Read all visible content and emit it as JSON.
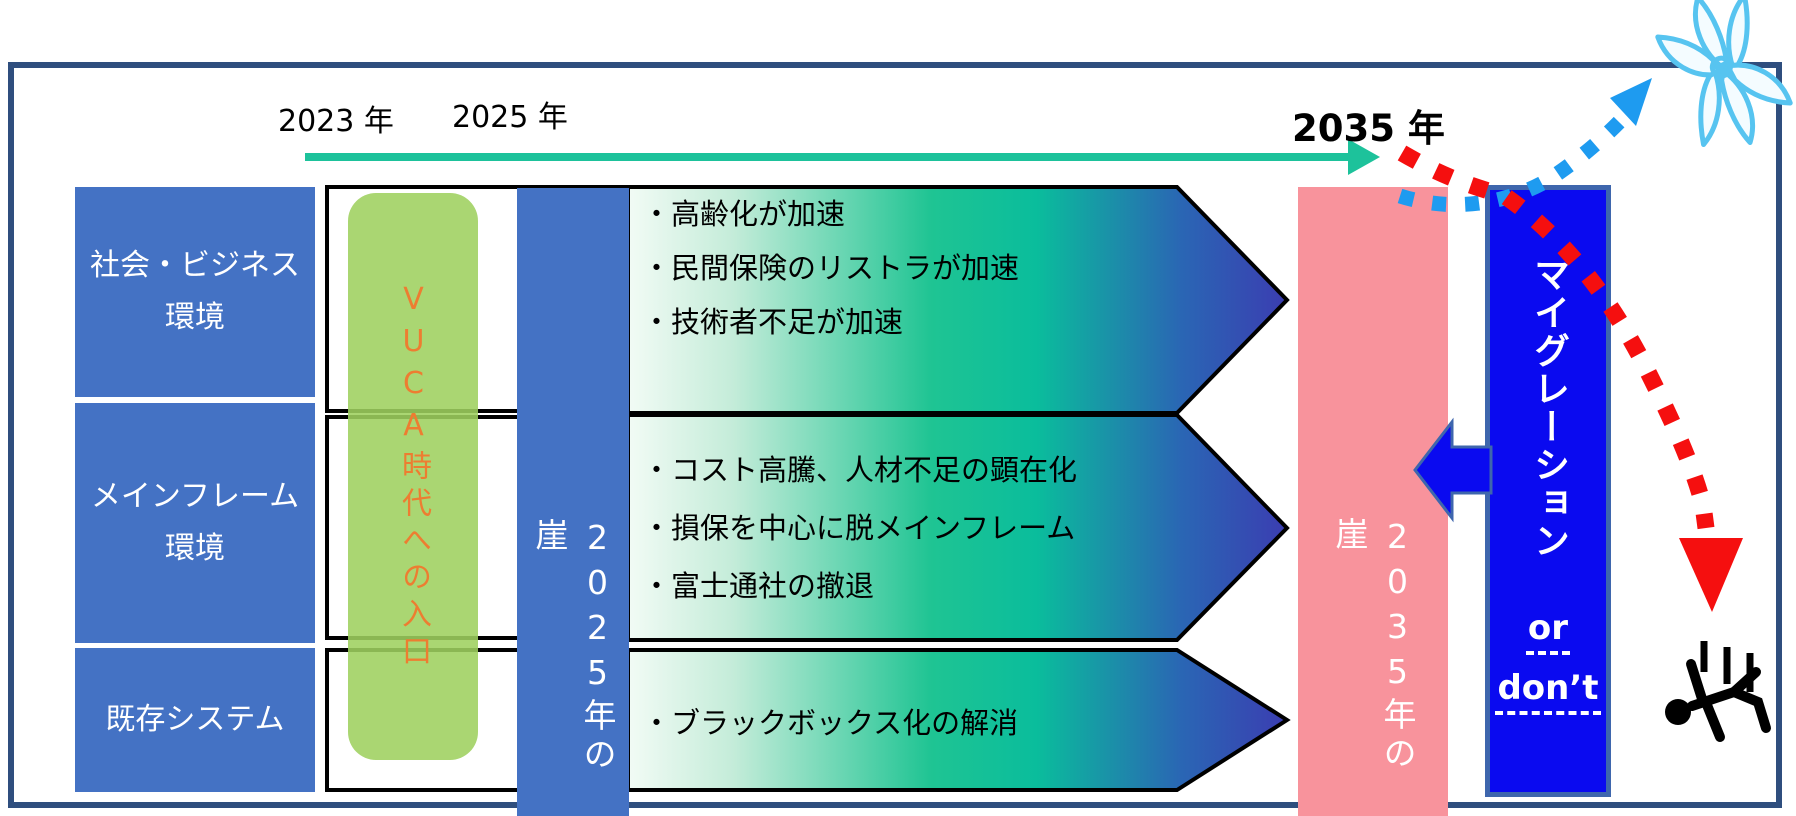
{
  "timeline": {
    "y2023": "2023 年",
    "y2025": "2025 年",
    "y2035": "2035 年"
  },
  "rows": [
    {
      "label": "社会・ビジネス\n環境"
    },
    {
      "label": "メインフレーム\n環境"
    },
    {
      "label": "既存システム"
    }
  ],
  "vuca": {
    "label": "VUCA時代への入口"
  },
  "cliff2025": {
    "label": "2025年の崖"
  },
  "cliff2035": {
    "label": "2035年の崖"
  },
  "arrows": [
    {
      "items": [
        "・高齢化が加速",
        "・民間保険のリストラが加速",
        "・技術者不足が加速"
      ]
    },
    {
      "items": [
        "・コスト高騰、人材不足の顕在化",
        "・損保を中心に脱メインフレーム",
        "・富士通社の撤退"
      ]
    },
    {
      "items": [
        "・ブラックボックス化の解消"
      ]
    }
  ],
  "migration": {
    "label": "マイグレーション",
    "or_label": "or",
    "dont_label": "don’t"
  },
  "icons": {
    "wings": "angel-wings-icon",
    "falling_person": "falling-person-icon"
  },
  "palette": {
    "frame": "#2f4e7e",
    "sidebar_blue": "#4472c4",
    "green_pill": "#9ed05e",
    "vuca_text_orange": "#ed7d31",
    "pink_bar": "#f8939c",
    "migration_blue": "#0a0af0",
    "migration_border": "#3e66ad",
    "timeline_teal": "#1dc29b",
    "dotted_blue": "#1e9bf0",
    "dotted_red": "#f50f0f",
    "arrow_gradient": [
      "#f2fbf5",
      "#c4ecd9",
      "#1fc493",
      "#0abd9c",
      "#2a66b4",
      "#3b3db1"
    ]
  }
}
